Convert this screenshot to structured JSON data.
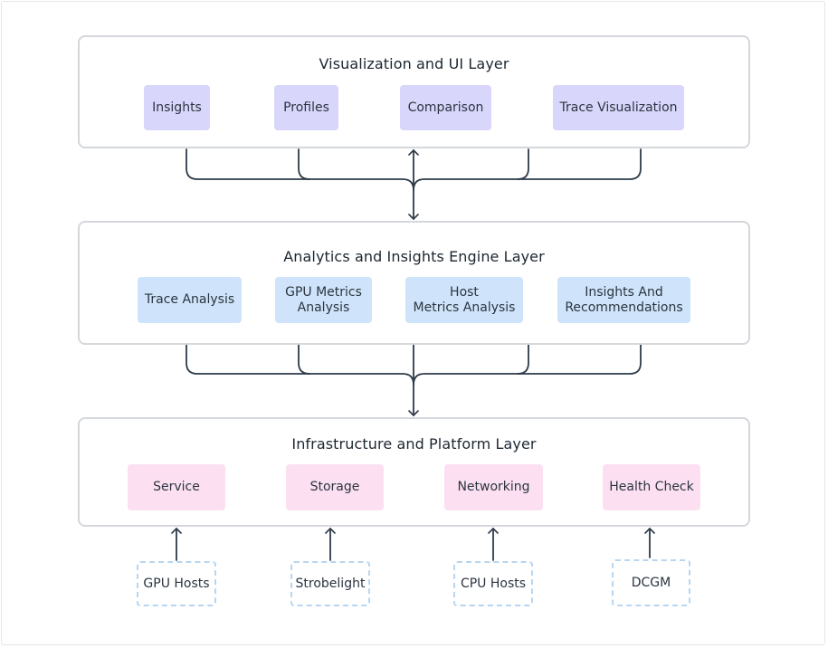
{
  "layers": [
    {
      "title": "Visualization and UI Layer",
      "boxes": [
        "Insights",
        "Profiles",
        "Comparison",
        "Trace Visualization"
      ]
    },
    {
      "title": "Analytics and Insights Engine Layer",
      "boxes": [
        "Trace Analysis",
        "GPU Metrics\nAnalysis",
        "Host\nMetrics Analysis",
        "Insights And\nRecommendations"
      ]
    },
    {
      "title": "Infrastructure and Platform Layer",
      "boxes": [
        "Service",
        "Storage",
        "Networking",
        "Health Check"
      ]
    }
  ],
  "sources": [
    "GPU Hosts",
    "Strobelight",
    "CPU Hosts",
    "DCGM"
  ],
  "colors": {
    "ui_box": "#d9d6fb",
    "analytics_box": "#cfe4fa",
    "infra_box": "#fce0f2",
    "source_border": "#b8d6f1",
    "connector": "#2e3b49",
    "layer_border": "#d4d7db"
  }
}
